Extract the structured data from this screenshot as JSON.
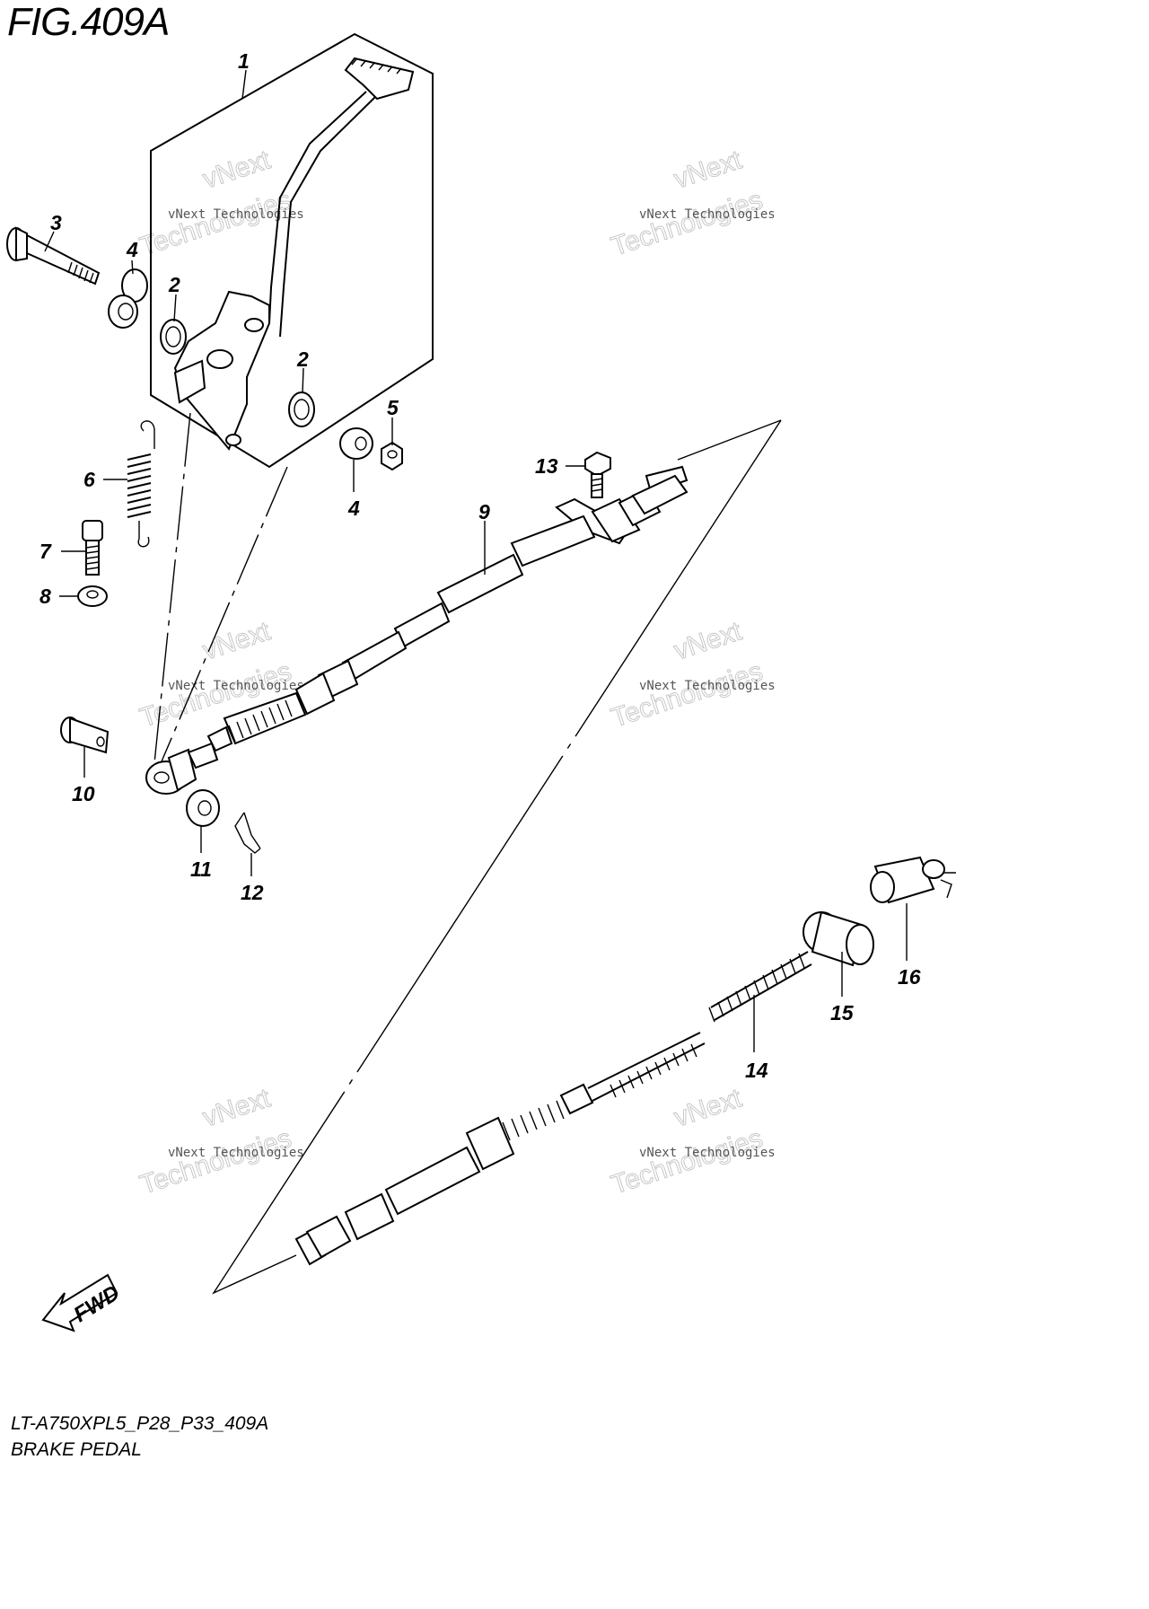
{
  "figure_title": "FIG.409A",
  "model_code": "LT-A750XPL5_P28_P33_409A",
  "section_name": "BRAKE PEDAL",
  "watermark": {
    "line1": "vNext Technologies",
    "line2": "vNext",
    "line3": "Technologies"
  },
  "fwd_label": "FWD",
  "callouts": {
    "c1": "1",
    "c2a": "2",
    "c2b": "2",
    "c3": "3",
    "c4a": "4",
    "c4b": "4",
    "c5": "5",
    "c6": "6",
    "c7": "7",
    "c8": "8",
    "c9": "9",
    "c10": "10",
    "c11": "11",
    "c12": "12",
    "c13": "13",
    "c14": "14",
    "c15": "15",
    "c16": "16"
  }
}
